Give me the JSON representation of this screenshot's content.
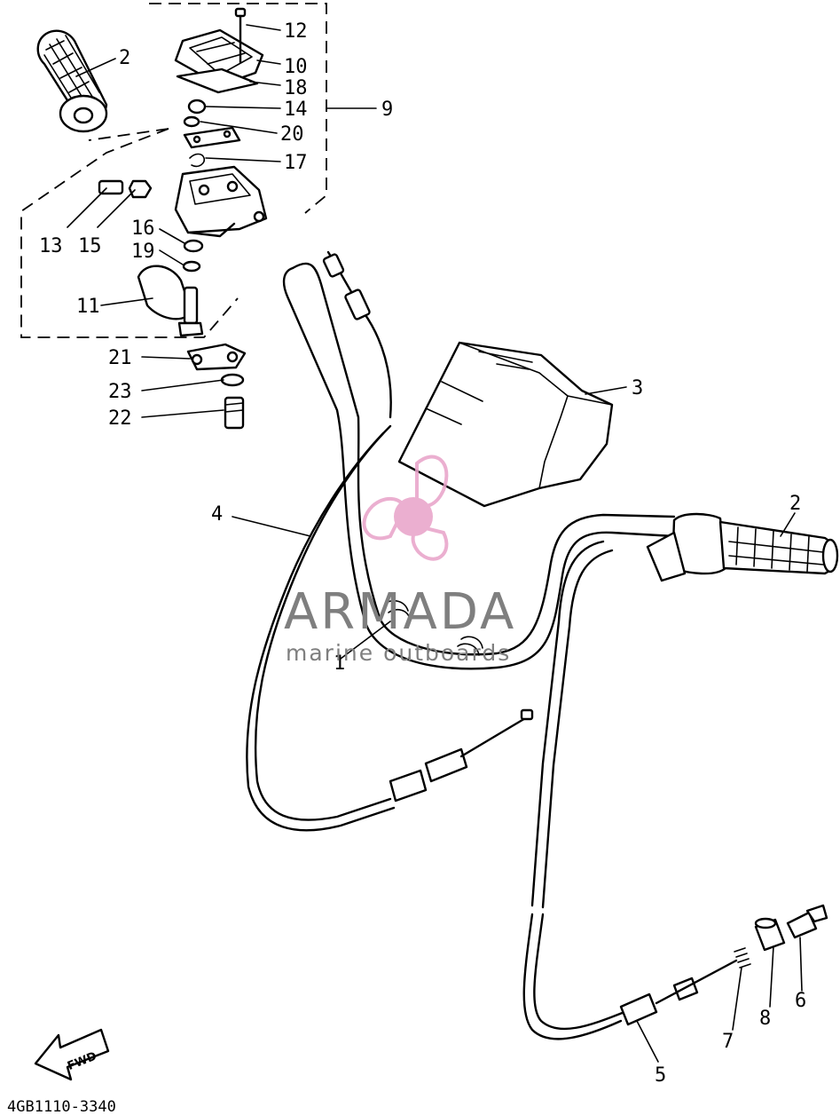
{
  "callouts": [
    {
      "id": "12",
      "text": "12"
    },
    {
      "id": "10",
      "text": "10"
    },
    {
      "id": "18",
      "text": "18"
    },
    {
      "id": "14",
      "text": "14"
    },
    {
      "id": "9",
      "text": "9"
    },
    {
      "id": "20",
      "text": "20"
    },
    {
      "id": "17",
      "text": "17"
    },
    {
      "id": "2a",
      "text": "2"
    },
    {
      "id": "13",
      "text": "13"
    },
    {
      "id": "15",
      "text": "15"
    },
    {
      "id": "16",
      "text": "16"
    },
    {
      "id": "19",
      "text": "19"
    },
    {
      "id": "11",
      "text": "11"
    },
    {
      "id": "21",
      "text": "21"
    },
    {
      "id": "23",
      "text": "23"
    },
    {
      "id": "22",
      "text": "22"
    },
    {
      "id": "3",
      "text": "3"
    },
    {
      "id": "4",
      "text": "4"
    },
    {
      "id": "2b",
      "text": "2"
    },
    {
      "id": "1",
      "text": "1"
    },
    {
      "id": "5",
      "text": "5"
    },
    {
      "id": "6",
      "text": "6"
    },
    {
      "id": "7",
      "text": "7"
    },
    {
      "id": "8",
      "text": "8"
    }
  ],
  "diagram_code": "4GB1110-3340",
  "fwd_label": "FWD",
  "watermark": {
    "brand": "ARMADA",
    "tagline": "marine outboards",
    "brand_color": "#7f7f7f",
    "logo_color": "#e8a2c8"
  }
}
